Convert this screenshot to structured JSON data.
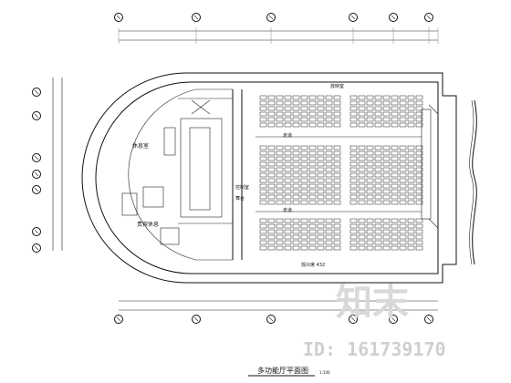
{
  "drawing": {
    "title": "多功能厅平面图",
    "scale": "1:100",
    "room_labels": {
      "lounge": "休息室",
      "vip": "贵宾休息",
      "control": "控制室",
      "stage": "舞台",
      "aisle_top": "走道",
      "aisle_bottom": "走道",
      "seating": "观众席 432",
      "projector": "放映室"
    },
    "top_dim": "...",
    "left_dim": "..."
  },
  "watermark": {
    "brand": "知末",
    "id_text": "ID: 161739170"
  }
}
